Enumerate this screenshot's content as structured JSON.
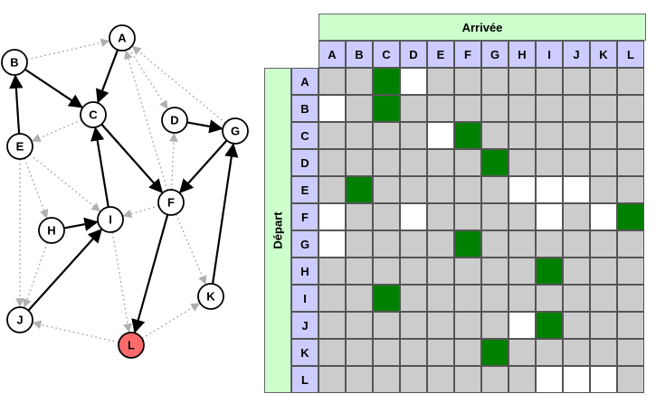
{
  "graph": {
    "nodes": [
      {
        "id": "A",
        "label": "A",
        "fill": "#ffffff"
      },
      {
        "id": "B",
        "label": "B",
        "fill": "#ffffff"
      },
      {
        "id": "C",
        "label": "C",
        "fill": "#ffffff"
      },
      {
        "id": "D",
        "label": "D",
        "fill": "#ffffff"
      },
      {
        "id": "E",
        "label": "E",
        "fill": "#ffffff"
      },
      {
        "id": "F",
        "label": "F",
        "fill": "#ffffff"
      },
      {
        "id": "G",
        "label": "G",
        "fill": "#ffffff"
      },
      {
        "id": "H",
        "label": "H",
        "fill": "#ffffff"
      },
      {
        "id": "I",
        "label": "I",
        "fill": "#ffffff"
      },
      {
        "id": "J",
        "label": "J",
        "fill": "#ffffff"
      },
      {
        "id": "K",
        "label": "K",
        "fill": "#ffffff"
      },
      {
        "id": "L",
        "label": "L",
        "fill": "#ff6b6b"
      }
    ],
    "edges": [
      {
        "from": "A",
        "to": "C",
        "style": "solid"
      },
      {
        "from": "B",
        "to": "C",
        "style": "solid"
      },
      {
        "from": "C",
        "to": "F",
        "style": "solid"
      },
      {
        "from": "D",
        "to": "G",
        "style": "solid"
      },
      {
        "from": "E",
        "to": "B",
        "style": "solid"
      },
      {
        "from": "F",
        "to": "L",
        "style": "solid"
      },
      {
        "from": "G",
        "to": "F",
        "style": "solid"
      },
      {
        "from": "H",
        "to": "I",
        "style": "solid"
      },
      {
        "from": "I",
        "to": "C",
        "style": "solid"
      },
      {
        "from": "J",
        "to": "I",
        "style": "solid"
      },
      {
        "from": "K",
        "to": "G",
        "style": "solid"
      },
      {
        "from": "B",
        "to": "A",
        "style": "dotted"
      },
      {
        "from": "C",
        "to": "E",
        "style": "dotted"
      },
      {
        "from": "A",
        "to": "D",
        "style": "dotted"
      },
      {
        "from": "G",
        "to": "A",
        "style": "dotted"
      },
      {
        "from": "F",
        "to": "A",
        "style": "dotted"
      },
      {
        "from": "F",
        "to": "D",
        "style": "dotted"
      },
      {
        "from": "E",
        "to": "H",
        "style": "dotted"
      },
      {
        "from": "E",
        "to": "J",
        "style": "dotted"
      },
      {
        "from": "E",
        "to": "I",
        "style": "dotted"
      },
      {
        "from": "F",
        "to": "I",
        "style": "dotted"
      },
      {
        "from": "F",
        "to": "K",
        "style": "dotted"
      },
      {
        "from": "H",
        "to": "J",
        "style": "dotted"
      },
      {
        "from": "I",
        "to": "L",
        "style": "dotted"
      },
      {
        "from": "L",
        "to": "J",
        "style": "dotted"
      },
      {
        "from": "L",
        "to": "K",
        "style": "dotted"
      }
    ]
  },
  "matrix": {
    "title": "Arrivée",
    "row_title": "Départ",
    "columns": [
      "A",
      "B",
      "C",
      "D",
      "E",
      "F",
      "G",
      "H",
      "I",
      "J",
      "K",
      "L"
    ],
    "rows": [
      "A",
      "B",
      "C",
      "D",
      "E",
      "F",
      "G",
      "H",
      "I",
      "J",
      "K",
      "L"
    ],
    "colors": {
      "gray": "#cccccc",
      "white": "#ffffff",
      "green": "#008000",
      "header": "#ccccff",
      "title": "#ccffcc"
    },
    "cells": [
      [
        "gray",
        "gray",
        "green",
        "white",
        "gray",
        "gray",
        "gray",
        "gray",
        "gray",
        "gray",
        "gray",
        "gray"
      ],
      [
        "white",
        "gray",
        "green",
        "gray",
        "gray",
        "gray",
        "gray",
        "gray",
        "gray",
        "gray",
        "gray",
        "gray"
      ],
      [
        "gray",
        "gray",
        "gray",
        "gray",
        "white",
        "green",
        "gray",
        "gray",
        "gray",
        "gray",
        "gray",
        "gray"
      ],
      [
        "gray",
        "gray",
        "gray",
        "gray",
        "gray",
        "gray",
        "green",
        "gray",
        "gray",
        "gray",
        "gray",
        "gray"
      ],
      [
        "gray",
        "green",
        "gray",
        "gray",
        "gray",
        "gray",
        "gray",
        "white",
        "white",
        "white",
        "gray",
        "gray"
      ],
      [
        "white",
        "gray",
        "gray",
        "white",
        "gray",
        "gray",
        "gray",
        "gray",
        "white",
        "gray",
        "white",
        "green"
      ],
      [
        "white",
        "gray",
        "gray",
        "gray",
        "gray",
        "green",
        "gray",
        "gray",
        "gray",
        "gray",
        "gray",
        "gray"
      ],
      [
        "gray",
        "gray",
        "gray",
        "gray",
        "gray",
        "gray",
        "gray",
        "gray",
        "green",
        "gray",
        "gray",
        "gray"
      ],
      [
        "gray",
        "gray",
        "green",
        "gray",
        "gray",
        "gray",
        "gray",
        "gray",
        "gray",
        "gray",
        "gray",
        "gray"
      ],
      [
        "gray",
        "gray",
        "gray",
        "gray",
        "gray",
        "gray",
        "gray",
        "white",
        "green",
        "gray",
        "gray",
        "gray"
      ],
      [
        "gray",
        "gray",
        "gray",
        "gray",
        "gray",
        "gray",
        "green",
        "gray",
        "gray",
        "gray",
        "gray",
        "gray"
      ],
      [
        "gray",
        "gray",
        "gray",
        "gray",
        "gray",
        "gray",
        "gray",
        "gray",
        "white",
        "white",
        "white",
        "gray"
      ]
    ]
  }
}
